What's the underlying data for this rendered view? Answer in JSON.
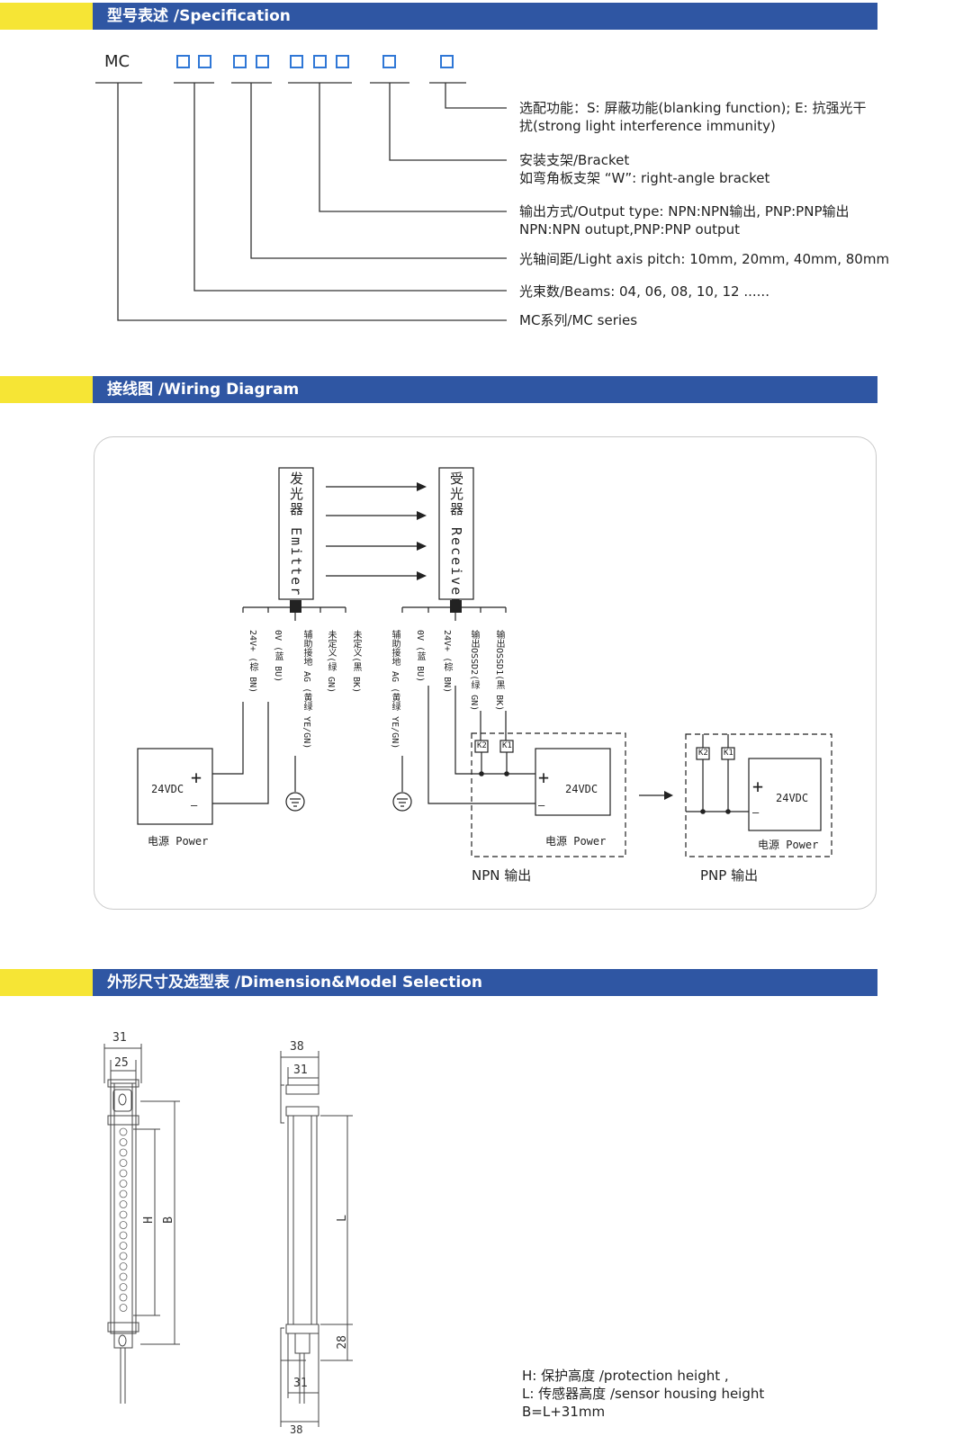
{
  "sections": {
    "spec_title": "型号表述 /Specification",
    "wiring_title": "接线图 /Wiring Diagram",
    "dimension_title": "外形尺寸及选型表 /Dimension&Model Selection"
  },
  "spec": {
    "prefix": "MC",
    "lines": [
      "选配功能：S: 屏蔽功能(blanking function); E: 抗强光干",
      "扰(strong light interference immunity)",
      "安装支架/Bracket",
      "如弯角板支架 “W”: right-angle bracket",
      "输出方式/Output type: NPN:NPN输出, PNP:PNP输出",
      "NPN:NPN outupt,PNP:PNP output",
      "光轴间距/Light axis pitch: 10mm, 20mm, 40mm, 80mm",
      "光束数/Beams: 04, 06, 08, 10, 12 ......",
      "MC系列/MC series"
    ]
  },
  "wiring": {
    "emitter": "发光器 Emitter",
    "receiver": "受光器 Receiver",
    "emitter_wires": [
      "24V+ (棕 BN)",
      "0V (蓝 BU)",
      "辅助接地 AG (黄绿 YE/GN)",
      "未定义(绿 GN)",
      "未定义(黑 BK)"
    ],
    "receiver_wires": [
      "辅助接地 AG (黄绿 YE/GN)",
      "0V (蓝 BU)",
      "24V+ (棕 BN)",
      "输出OSSD2(绿 GN)",
      "输出OSSD1(黑 BK)"
    ],
    "voltage": "24VDC",
    "power": "电源 Power",
    "plus": "+",
    "minus": "—",
    "k1": "K1",
    "k2": "K2",
    "npn_caption": "NPN 输出",
    "pnp_caption": "PNP 输出"
  },
  "dimension": {
    "front": {
      "w_outer": "31",
      "w_inner": "25",
      "h_label": "H",
      "b_label": "B"
    },
    "side": {
      "w_outer": "38",
      "w_inner": "31",
      "l_label": "L",
      "bottom_h": "28",
      "bottom_inner": "31",
      "bottom_outer": "38"
    },
    "notes": [
      "H: 保护高度 /protection height ,",
      "L: 传感器高度 /sensor housing height",
      "B=L+31mm"
    ]
  }
}
